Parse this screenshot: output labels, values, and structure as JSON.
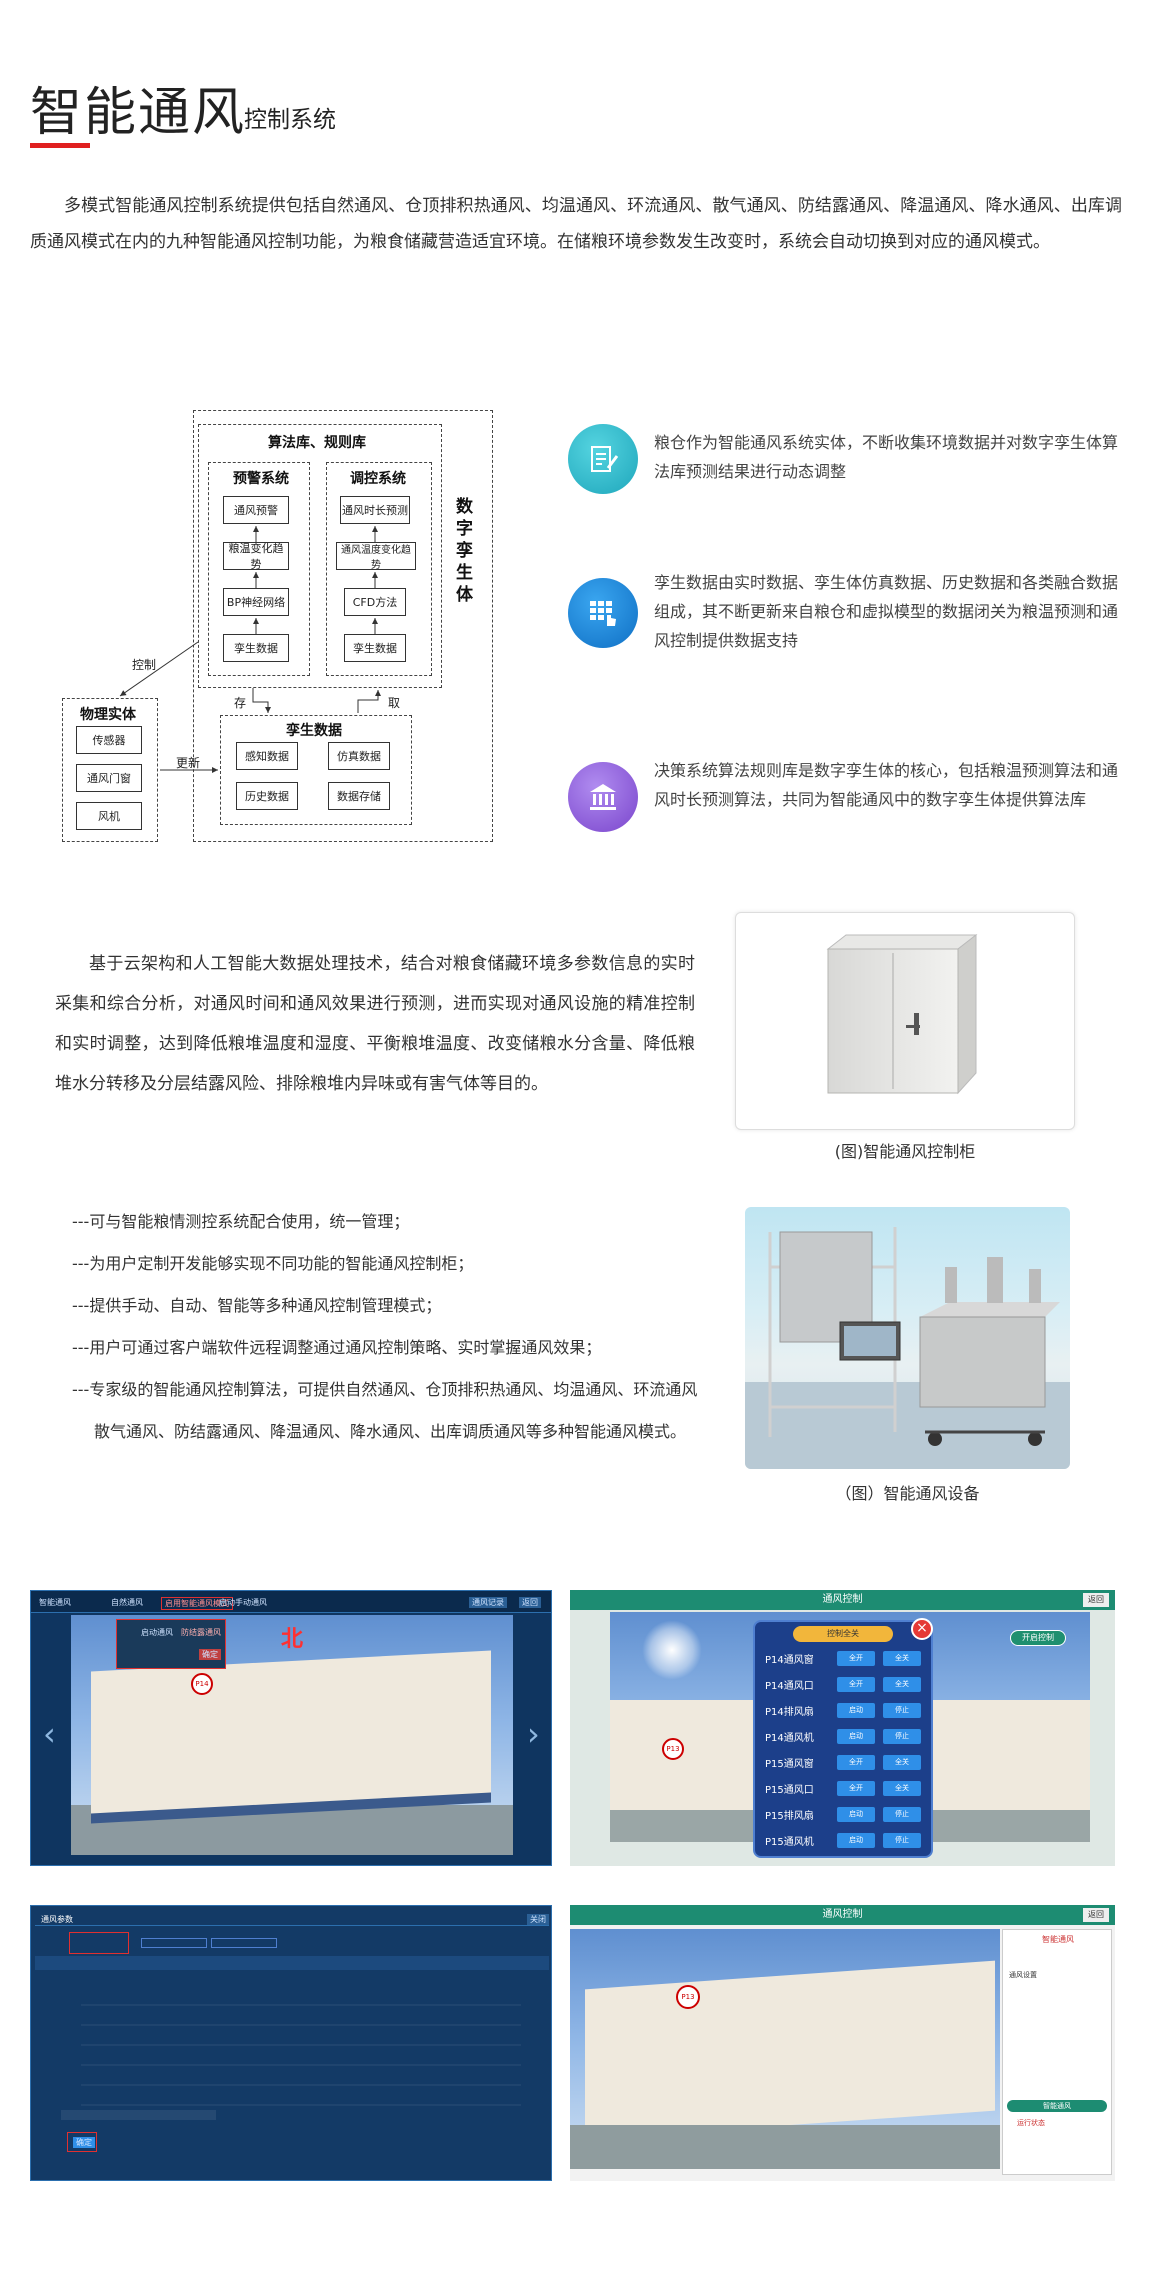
{
  "header": {
    "title": "智能通风",
    "subtitle": "控制系统"
  },
  "intro": "多模式智能通风控制系统提供包括自然通风、仓顶排积热通风、均温通风、环流通风、散气通风、防结露通风、降温通风、降水通风、出库调质通风模式在内的九种智能通风控制功能，为粮食储藏营造适宜环境。在储粮环境参数发生改变时，系统会自动切换到对应的通风模式。",
  "diagram": {
    "algo_title": "算法库、规则库",
    "warning_title": "预警系统",
    "warning_items": [
      "通风预警",
      "粮温变化趋势",
      "BP神经网络",
      "孪生数据"
    ],
    "control_title": "调控系统",
    "control_items": [
      "通风时长预测",
      "通风温度变化趋势",
      "CFD方法",
      "孪生数据"
    ],
    "twin_title": "数字孪生体",
    "control_label": "控制",
    "store_label": "存",
    "fetch_label": "取",
    "update_label": "更新",
    "physical_title": "物理实体",
    "physical_items": [
      "传感器",
      "通风门窗",
      "风机"
    ],
    "data_title": "孪生数据",
    "data_items": [
      "感知数据",
      "仿真数据",
      "历史数据",
      "数据存储"
    ]
  },
  "features": [
    {
      "icon": "document-edit-icon",
      "color": "#2ab7c9",
      "text": "粮仓作为智能通风系统实体，不断收集环境数据并对数字孪生体算法库预测结果进行动态调整"
    },
    {
      "icon": "touch-grid-icon",
      "color": "#1a86d8",
      "text": "孪生数据由实时数据、孪生体仿真数据、历史数据和各类融合数据组成，其不断更新来自粮仓和虚拟模型的数据闭关为粮温预测和通风控制提供数据支持"
    },
    {
      "icon": "bank-building-icon",
      "color": "#8a5bd6",
      "text": "决策系统算法规则库是数字孪生体的核心，包括粮温预测算法和通风时长预测算法，共同为智能通风中的数字孪生体提供算法库"
    }
  ],
  "para2": "基于云架构和人工智能大数据处理技术，结合对粮食储藏环境多参数信息的实时采集和综合分析，对通风时间和通风效果进行预测，进而实现对通风设施的精准控制和实时调整，达到降低粮堆温度和湿度、平衡粮堆温度、改变储粮水分含量、降低粮堆水分转移及分层结露风险、排除粮堆内异味或有害气体等目的。",
  "cabinet_caption": "(图)智能通风控制柜",
  "bullets": [
    "---可与智能粮情测控系统配合使用，统一管理；",
    "---为用户定制开发能够实现不同功能的智能通风控制柜；",
    "---提供手动、自动、智能等多种通风控制管理模式；",
    "---用户可通过客户端软件远程调整通过通风控制策略、实时掌握通风效果；",
    "---专家级的智能通风控制算法，可提供自然通风、仓顶排积热通风、均温通风、环流通风",
    "散气通风、防结露通风、降温通风、降水通风、出库调质通风等多种智能通风模式。"
  ],
  "device_caption": "（图）智能通风设备",
  "screens": {
    "s1": {
      "north": "北",
      "badge": "P14",
      "tabs": [
        "智能通风",
        "自然通风",
        "启用智能通风模式",
        "启动手动通风"
      ],
      "menu": [
        "启动通风",
        "防结露通风",
        "确定"
      ],
      "right_btns": [
        "通风记录",
        "返回"
      ]
    },
    "s2": {
      "title": "通风控制",
      "close": "返回",
      "dlg_title": "控制全关",
      "side_btn": "开启控制",
      "rows": [
        {
          "name": "P14通风窗",
          "b1": "全开",
          "b2": "全关"
        },
        {
          "name": "P14通风口",
          "b1": "全开",
          "b2": "全关"
        },
        {
          "name": "P14排风扇",
          "b1": "启动",
          "b2": "停止"
        },
        {
          "name": "P14通风机",
          "b1": "启动",
          "b2": "停止"
        },
        {
          "name": "P15通风窗",
          "b1": "全开",
          "b2": "全关"
        },
        {
          "name": "P15通风口",
          "b1": "全开",
          "b2": "全关"
        },
        {
          "name": "P15排风扇",
          "b1": "启动",
          "b2": "停止"
        },
        {
          "name": "P15通风机",
          "b1": "启动",
          "b2": "停止"
        }
      ],
      "badge": "P13"
    },
    "s3": {
      "title": "通风参数",
      "close": "关闭",
      "confirm": "确定"
    },
    "s4": {
      "title": "通风控制",
      "close": "返回",
      "panel_title": "智能通风",
      "mode_label": "通风设置",
      "action_btn": "智能通风",
      "action_btn2": "运行状态",
      "badge": "P13"
    }
  }
}
